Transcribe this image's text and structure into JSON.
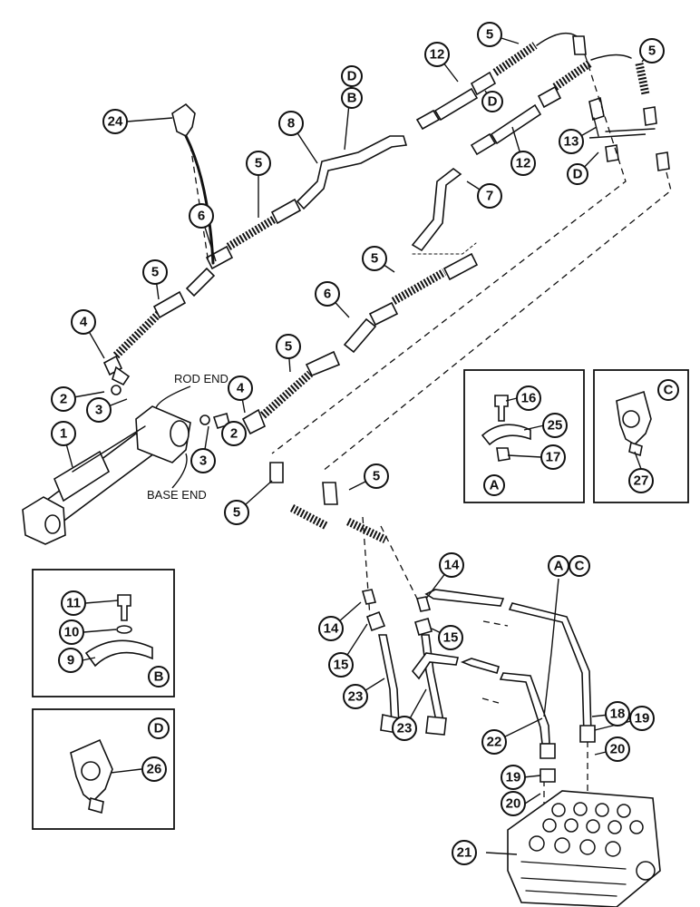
{
  "labels": {
    "rod_end": "ROD END",
    "base_end": "BASE END"
  },
  "callouts": {
    "c1": "1",
    "c2a": "2",
    "c2b": "2",
    "c3a": "3",
    "c3b": "3",
    "c4a": "4",
    "c4b": "4",
    "c5a": "5",
    "c5b": "5",
    "c5c": "5",
    "c5d": "5",
    "c5e": "5",
    "c5f": "5",
    "c5g": "5",
    "c5h": "5",
    "c6a": "6",
    "c6b": "6",
    "c7": "7",
    "c8": "8",
    "c9": "9",
    "c10": "10",
    "c11": "11",
    "c12a": "12",
    "c12b": "12",
    "c13": "13",
    "c14a": "14",
    "c14b": "14",
    "c15a": "15",
    "c15b": "15",
    "c16": "16",
    "c17": "17",
    "c18": "18",
    "c19a": "19",
    "c19b": "19",
    "c20a": "20",
    "c20b": "20",
    "c21": "21",
    "c22": "22",
    "c23a": "23",
    "c23b": "23",
    "c24": "24",
    "c25": "25",
    "c26": "26",
    "c27": "27"
  },
  "letters": {
    "lD_top": "D",
    "lB_top": "B",
    "lD_mid": "D",
    "lD_right": "D",
    "lA_box": "A",
    "lC_box": "C",
    "lB_box": "B",
    "lD_box": "D",
    "lA_valve": "A",
    "lC_valve": "C"
  }
}
